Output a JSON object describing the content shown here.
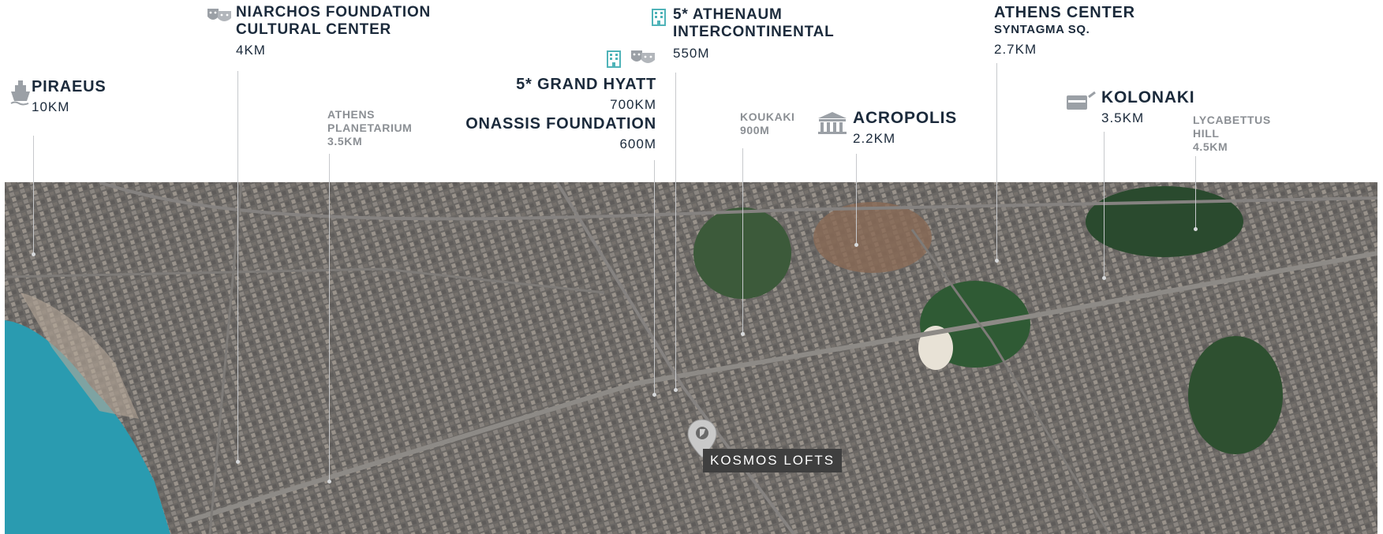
{
  "places": {
    "piraeus": {
      "name": "PIRAEUS",
      "dist": "10KM"
    },
    "niarchos": {
      "name1": "NIARCHOS FOUNDATION",
      "name2": "CULTURAL CENTER",
      "dist": "4KM"
    },
    "planetarium": {
      "name1": "ATHENS",
      "name2": "PLANETARIUM",
      "dist": "3.5KM"
    },
    "hyatt": {
      "name": "5* GRAND HYATT",
      "dist": "700KM"
    },
    "onassis": {
      "name": "ONASSIS FOUNDATION",
      "dist": "600M"
    },
    "athenaum": {
      "name1": "5* ATHENAUM",
      "name2": "INTERCONTINENTAL",
      "dist": "550M"
    },
    "koukaki": {
      "name": "KOUKAKI",
      "dist": "900M"
    },
    "acropolis": {
      "name": "ACROPOLIS",
      "dist": "2.2KM"
    },
    "center": {
      "name": "ATHENS CENTER",
      "sub": "SYNTAGMA SQ.",
      "dist": "2.7KM"
    },
    "kolonaki": {
      "name": "KOLONAKI",
      "dist": "3.5KM"
    },
    "lycabettus": {
      "name1": "LYCABETTUS",
      "name2": "HILL",
      "dist": "4.5KM"
    }
  },
  "marker": {
    "label": "KOSMOS LOFTS"
  },
  "icons": {
    "piraeus": "ship-icon",
    "niarchos": "theater-masks-icon",
    "hyatt_hotel": "hotel-icon",
    "hyatt_theater": "theater-masks-icon",
    "athenaum": "hotel-icon",
    "acropolis": "temple-icon",
    "kolonaki": "shopping-icon",
    "marker": "location-pin-icon"
  },
  "colors": {
    "title": "#1b2a3b",
    "muted": "#8b8f94",
    "sea": "#2a9bb0",
    "accent": "#4fb3b8",
    "badge": "#3f3f3f"
  }
}
